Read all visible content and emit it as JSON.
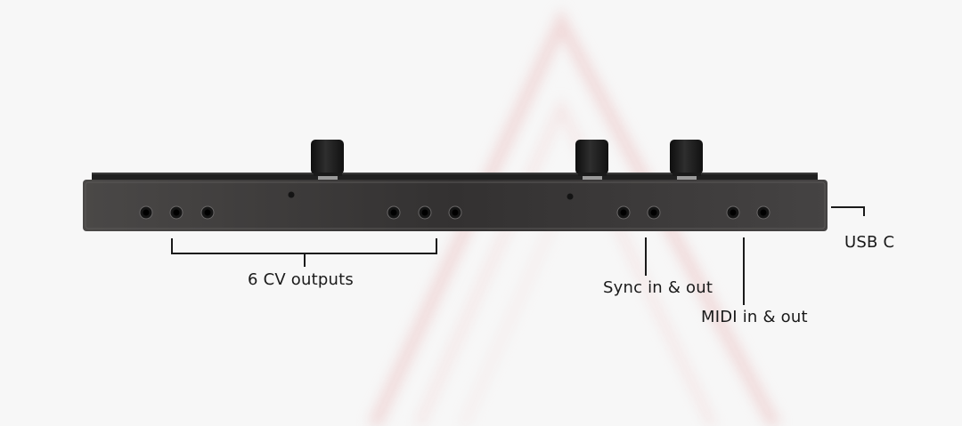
{
  "callouts": {
    "cv_outputs": "6 CV outputs",
    "sync": "Sync in & out",
    "midi": "MIDI in & out",
    "usb": "USB C"
  },
  "colors": {
    "background": "#f7f7f7",
    "device_body": "#3c3a39",
    "knob": "#1c1c1c",
    "callout_line": "#1a1a1a",
    "watermark": "#e9c4c4"
  }
}
